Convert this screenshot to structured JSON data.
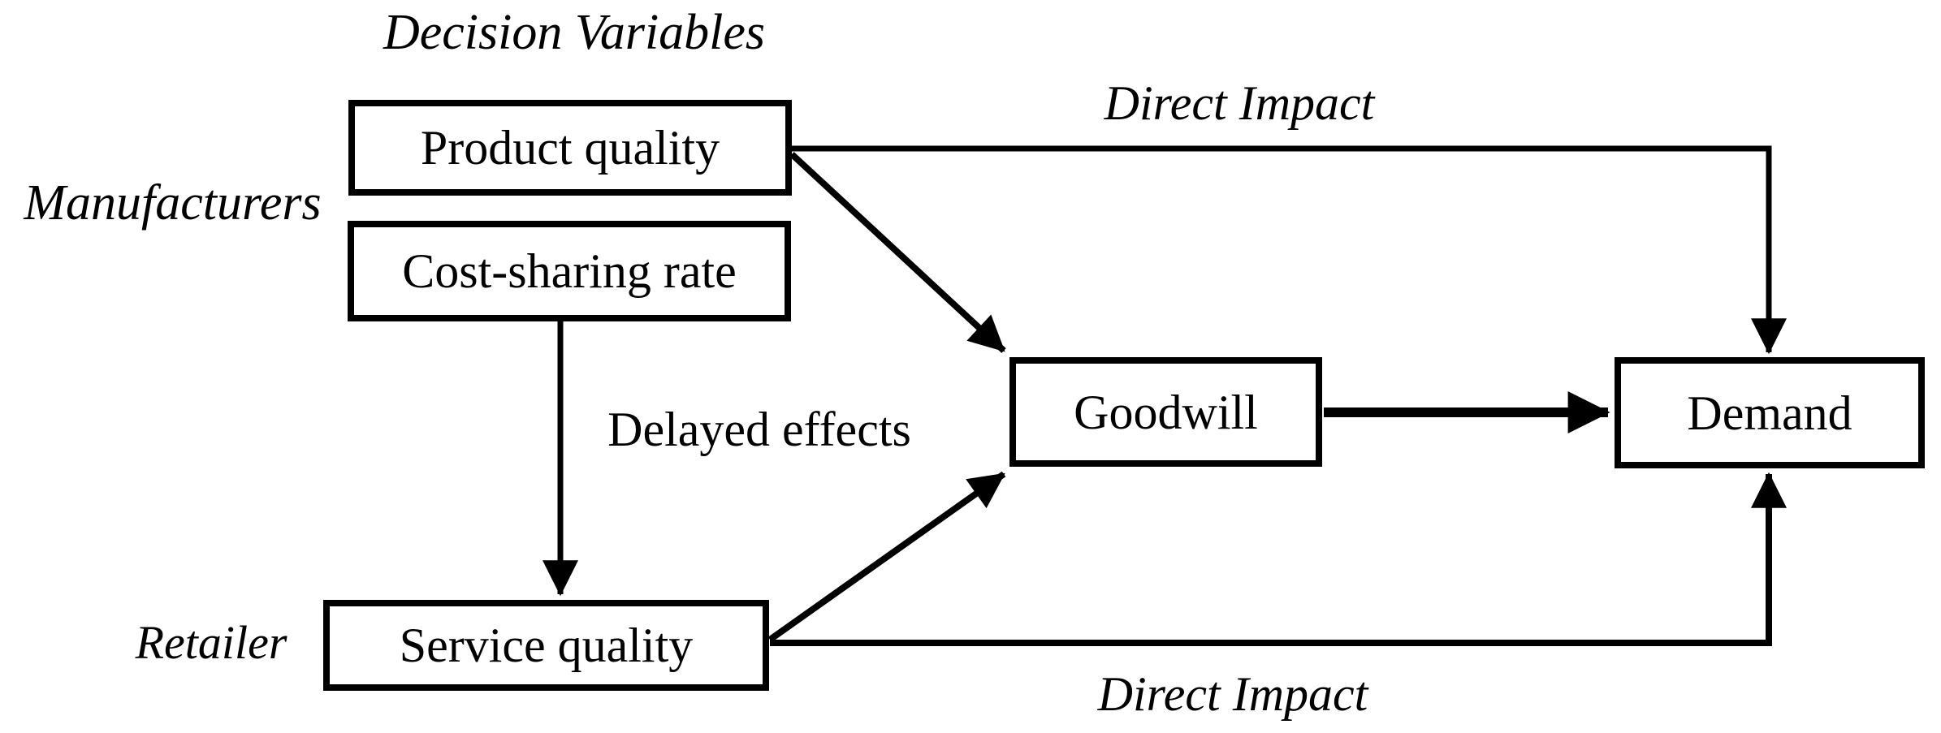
{
  "figure": {
    "background": "#ffffff",
    "line_color": "#000000",
    "text_color": "#000000",
    "title": "Decision Variables",
    "boxes": [
      {
        "id": "product-quality",
        "label": "Product quality"
      },
      {
        "id": "cost-sharing-rate",
        "label": "Cost-sharing rate"
      },
      {
        "id": "service-quality",
        "label": "Service quality"
      },
      {
        "id": "goodwill",
        "label": "Goodwill"
      },
      {
        "id": "demand",
        "label": "Demand"
      }
    ],
    "role_labels": [
      {
        "id": "manufacturers",
        "label": "Manufacturers"
      },
      {
        "id": "retailer",
        "label": "Retailer"
      }
    ],
    "edge_labels": [
      {
        "id": "direct-impact-top",
        "label": "Direct Impact"
      },
      {
        "id": "delayed-effects",
        "label": "Delayed effects"
      },
      {
        "id": "direct-impact-bottom",
        "label": "Direct Impact"
      }
    ],
    "edges": [
      {
        "from": "Product quality",
        "to": "Demand",
        "label": "Direct Impact"
      },
      {
        "from": "Product quality",
        "to": "Goodwill",
        "label": ""
      },
      {
        "from": "Cost-sharing rate",
        "to": "Service quality",
        "label": "Delayed effects"
      },
      {
        "from": "Service quality",
        "to": "Goodwill",
        "label": ""
      },
      {
        "from": "Service quality",
        "to": "Demand",
        "label": "Direct Impact"
      },
      {
        "from": "Goodwill",
        "to": "Demand",
        "label": ""
      }
    ]
  }
}
